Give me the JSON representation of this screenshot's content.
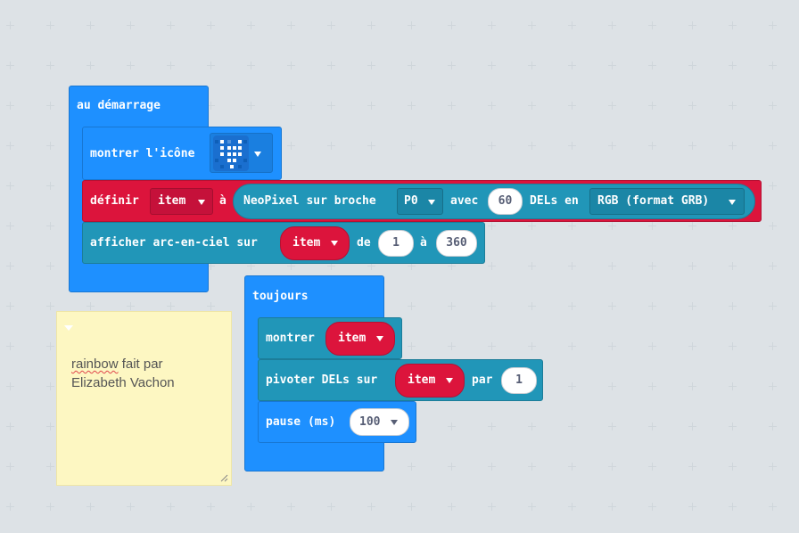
{
  "on_start": {
    "label": "au démarrage",
    "show_icon": {
      "label": "montrer l'icône",
      "icon": "heart-pixel-icon"
    },
    "set_var": {
      "label": "définir",
      "var": "item",
      "to_label": "à",
      "neopixel": {
        "label": "NeoPixel sur broche",
        "pin": "P0",
        "with_label": "avec",
        "count": "60",
        "leds_label": "DELs en",
        "mode": "RGB (format GRB)"
      }
    },
    "rainbow": {
      "label": "afficher arc-en-ciel sur",
      "var": "item",
      "from_label": "de",
      "from": "1",
      "to_label": "à",
      "to": "360"
    }
  },
  "forever": {
    "label": "toujours",
    "show": {
      "label": "montrer",
      "var": "item"
    },
    "rotate": {
      "label": "pivoter DELs sur",
      "var": "item",
      "by_label": "par",
      "by": "1"
    },
    "pause": {
      "label": "pause (ms)",
      "value": "100"
    }
  },
  "comment": {
    "line1": "rainbow",
    "line1_rest": " fait par",
    "line2": "Elizabeth Vachon"
  },
  "colors": {
    "basic": "#1e90ff",
    "neopixel": "#2196b8",
    "variables": "#dc143c",
    "workspace": "#ecf0f2",
    "comment": "#fdf7c2"
  }
}
